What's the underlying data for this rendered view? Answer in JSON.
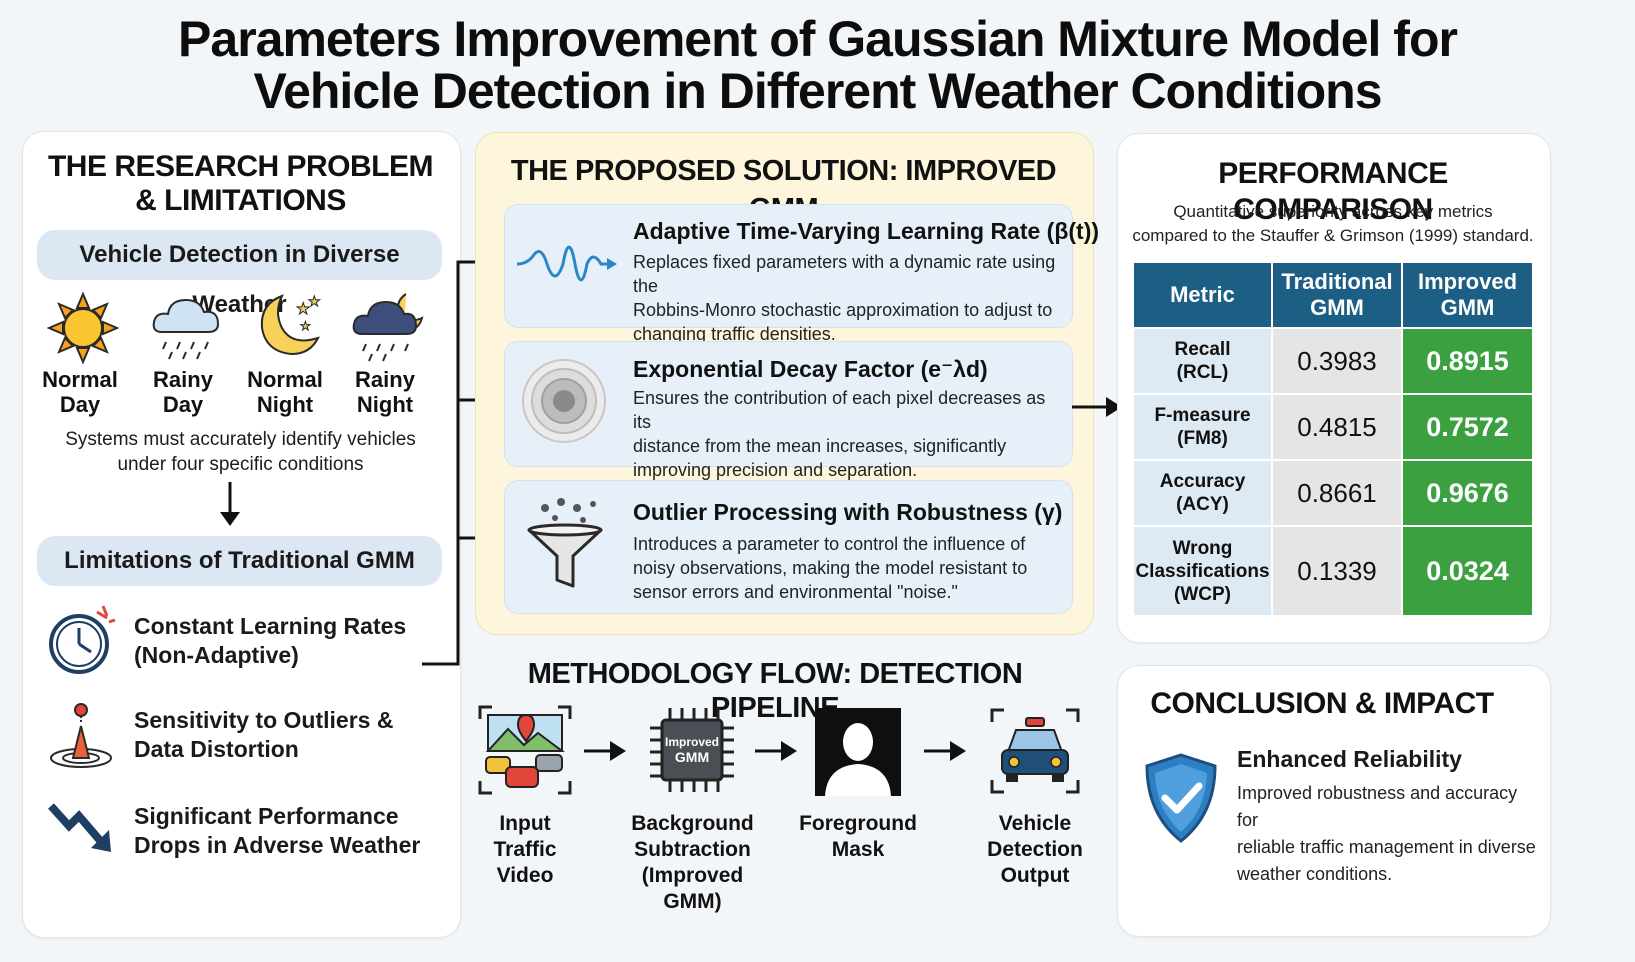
{
  "title": {
    "line1": "Parameters Improvement of Gaussian Mixture Model for",
    "line2": "Vehicle Detection in Different Weather Conditions"
  },
  "problem": {
    "heading_line1": "THE RESEARCH PROBLEM",
    "heading_line2": "& LIMITATIONS",
    "pill1": "Vehicle Detection in Diverse Weather",
    "weather": [
      {
        "icon": "sun-icon",
        "line1": "Normal",
        "line2": "Day"
      },
      {
        "icon": "rain-cloud-icon",
        "line1": "Rainy",
        "line2": "Day"
      },
      {
        "icon": "moon-stars-icon",
        "line1": "Normal",
        "line2": "Night"
      },
      {
        "icon": "night-rain-icon",
        "line1": "Rainy",
        "line2": "Night"
      }
    ],
    "systems_text_line1": "Systems must accurately identify vehicles",
    "systems_text_line2": "under four specific conditions",
    "pill2": "Limitations of Traditional GMM",
    "limitations": [
      {
        "icon": "stopwatch-icon",
        "line1": "Constant Learning Rates",
        "line2": "(Non-Adaptive)"
      },
      {
        "icon": "outlier-pin-icon",
        "line1": "Sensitivity to Outliers &",
        "line2": "Data Distortion"
      },
      {
        "icon": "trend-down-icon",
        "line1": "Significant Performance",
        "line2": "Drops in Adverse Weather"
      }
    ]
  },
  "solution": {
    "heading": "THE PROPOSED SOLUTION: IMPROVED GMM",
    "cards": [
      {
        "icon": "wave-icon",
        "title": "Adaptive Time-Varying Learning Rate (β(t))",
        "body1": "Replaces fixed parameters with a dynamic rate using the",
        "body2": "Robbins-Monro stochastic approximation to adjust to",
        "body3": "changing traffic densities."
      },
      {
        "icon": "concentric-circles-icon",
        "title": "Exponential Decay Factor (e⁻λd)",
        "body1": "Ensures the contribution of each pixel decreases as its",
        "body2": "distance from the mean increases, significantly",
        "body3": "improving precision and separation."
      },
      {
        "icon": "funnel-icon",
        "title": "Outlier Processing with Robustness (γ)",
        "body1": "Introduces a parameter to control the influence of",
        "body2": "noisy observations, making the model resistant to",
        "body3": "sensor errors and environmental \"noise.\""
      }
    ]
  },
  "methodology": {
    "heading": "METHODOLOGY FLOW: DETECTION PIPELINE",
    "chip_line1": "Improved",
    "chip_line2": "GMM",
    "steps": [
      {
        "icon": "traffic-video-icon",
        "line1": "Input Traffic",
        "line2": "Video",
        "line3": ""
      },
      {
        "icon": "chip-icon",
        "line1": "Background",
        "line2": "Subtraction",
        "line3": "(Improved GMM)"
      },
      {
        "icon": "silhouette-mask-icon",
        "line1": "Foreground",
        "line2": "Mask",
        "line3": ""
      },
      {
        "icon": "detected-car-icon",
        "line1": "Vehicle",
        "line2": "Detection",
        "line3": "Output"
      }
    ]
  },
  "performance": {
    "heading": "PERFORMANCE COMPARISON",
    "sub1": "Quantitative superiority across key metrics",
    "sub2": "compared to the Stauffer & Grimson (1999) standard.",
    "col_metric": "Metric",
    "col_trad1": "Traditional",
    "col_trad2": "GMM",
    "col_impr1": "Improved",
    "col_impr2": "GMM",
    "rows": [
      {
        "m1": "Recall",
        "m2": "(RCL)",
        "m3": "",
        "trad": "0.3983",
        "impr": "0.8915"
      },
      {
        "m1": "F-measure",
        "m2": "(FM8)",
        "m3": "",
        "trad": "0.4815",
        "impr": "0.7572"
      },
      {
        "m1": "Accuracy",
        "m2": "(ACY)",
        "m3": "",
        "trad": "0.8661",
        "impr": "0.9676"
      },
      {
        "m1": "Wrong",
        "m2": "Classifications",
        "m3": "(WCP)",
        "trad": "0.1339",
        "impr": "0.0324"
      }
    ],
    "colors": {
      "header": "#1d5f84",
      "metric": "#dde9f3",
      "trad": "#e5e5e5",
      "improved": "#3aa040"
    }
  },
  "conclusion": {
    "heading": "CONCLUSION & IMPACT",
    "icon": "shield-check-icon",
    "title": "Enhanced Reliability",
    "body1": "Improved robustness and accuracy for",
    "body2": "reliable traffic management in diverse",
    "body3": "weather conditions."
  }
}
